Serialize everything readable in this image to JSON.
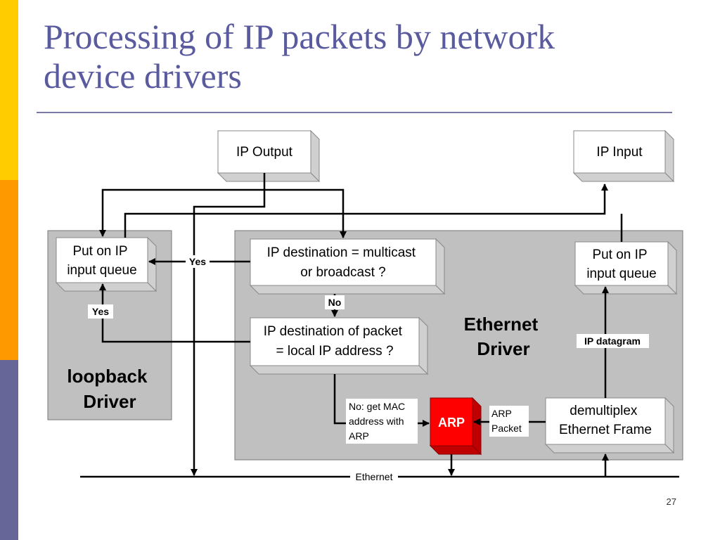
{
  "slide": {
    "title_line1": "Processing of IP packets  by network",
    "title_line2": "device drivers",
    "page_number": "27"
  },
  "diagram": {
    "nodes": {
      "ip_output": "IP Output",
      "ip_input": "IP Input",
      "loopback_queue": [
        "Put on IP",
        "input queue"
      ],
      "ether_queue": [
        "Put on IP",
        "input queue"
      ],
      "multicast_check": [
        "IP destination = multicast",
        "or broadcast ?"
      ],
      "local_check": [
        "IP destination of packet",
        "= local IP address ?"
      ],
      "arp": "ARP",
      "demultiplex": [
        "demultiplex",
        "Ethernet Frame"
      ]
    },
    "regions": {
      "loopback_driver": [
        "loopback",
        "Driver"
      ],
      "ethernet_driver": [
        "Ethernet",
        "Driver"
      ]
    },
    "edge_labels": {
      "yes_multicast": "Yes",
      "yes_local": "Yes",
      "no_multicast": "No",
      "no_local": [
        "No: get MAC",
        "address with",
        "ARP"
      ],
      "arp_packet": [
        "ARP",
        "Packet"
      ],
      "ip_datagram": "IP datagram",
      "ethernet": "Ethernet"
    },
    "colors": {
      "driver_fill": "#c0c0c0",
      "box_fill": "#ffffff",
      "box_side": "#d0d0d0",
      "arp_fill": "#ff0000",
      "arp_side": "#c00000",
      "title": "#5a5a9e"
    }
  }
}
